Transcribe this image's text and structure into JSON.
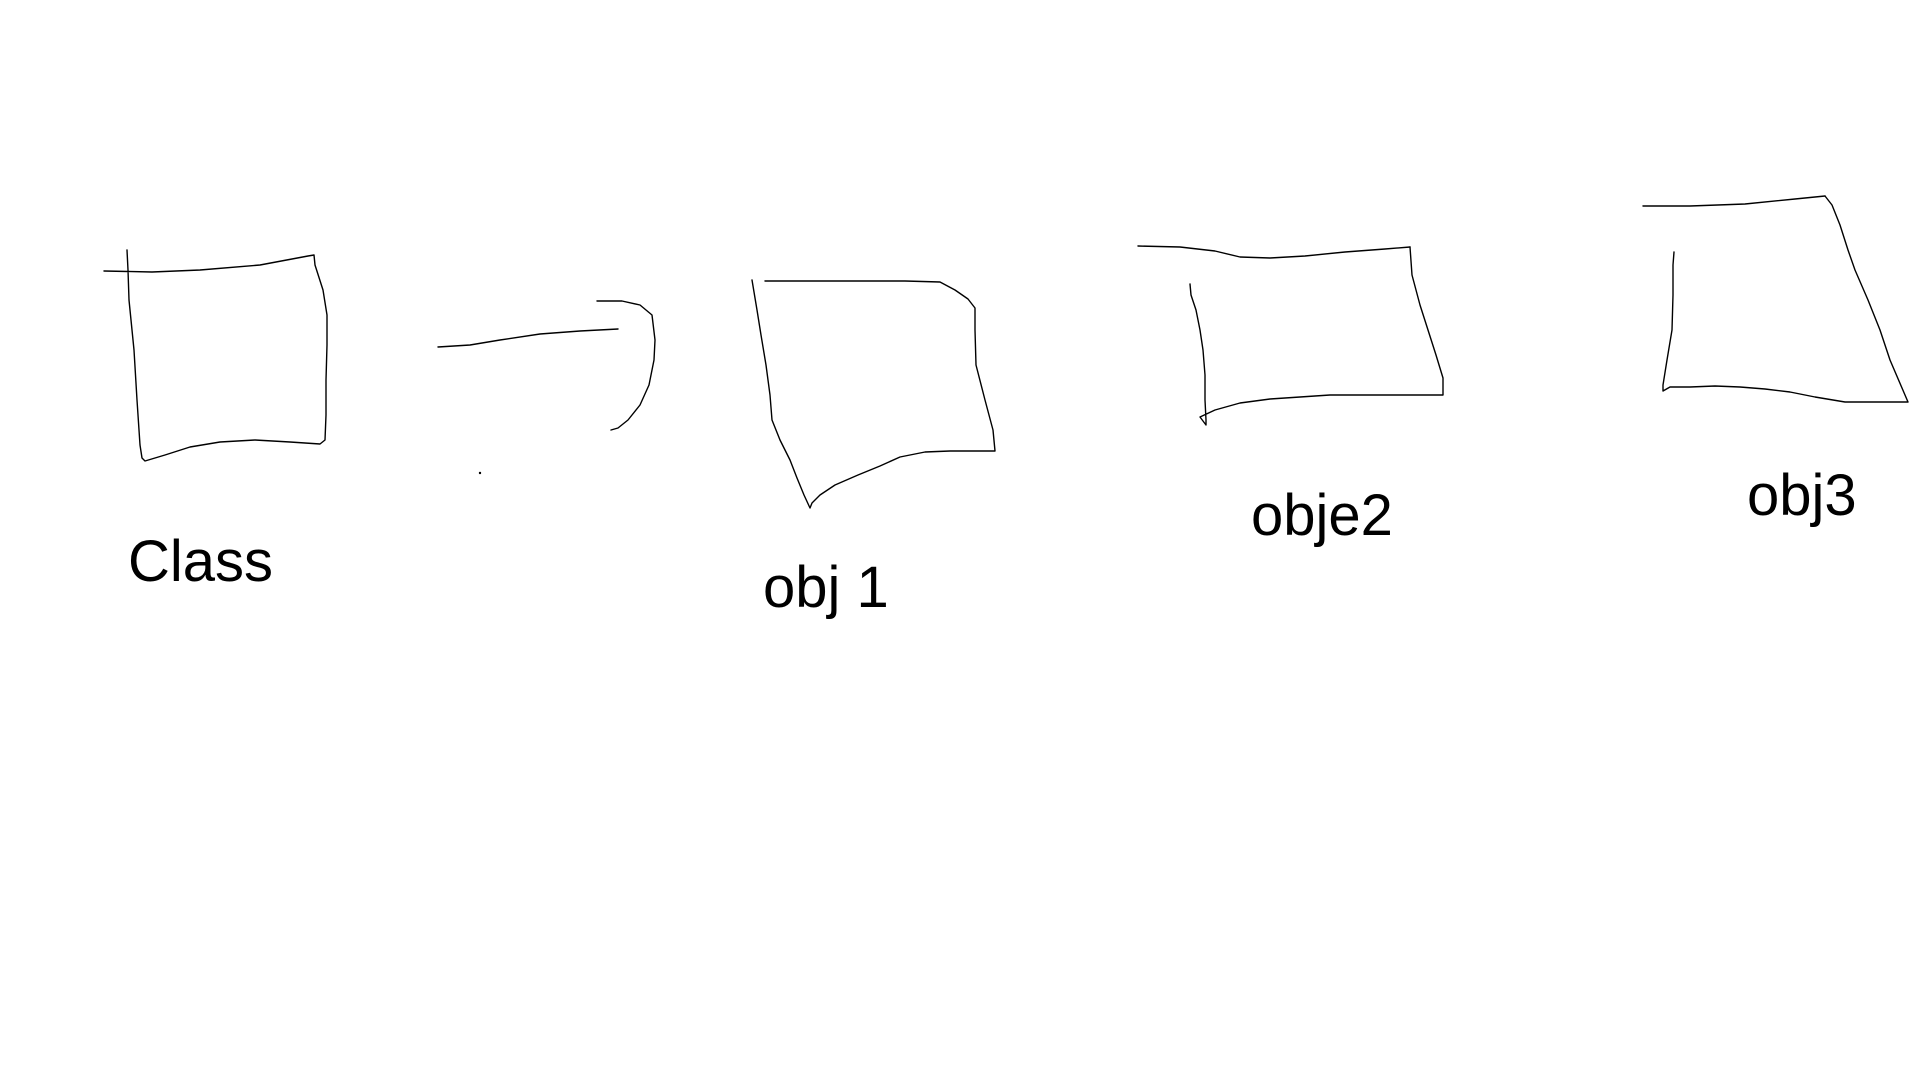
{
  "diagram": {
    "nodes": [
      {
        "id": "class",
        "label": "Class"
      },
      {
        "id": "obj1",
        "label": "obj 1"
      },
      {
        "id": "obj2",
        "label": "obje2"
      },
      {
        "id": "obj3",
        "label": "obj3"
      }
    ],
    "edges": [
      {
        "from": "class",
        "to": "obj1"
      }
    ]
  },
  "colors": {
    "background": "#ffffff",
    "stroke": "#000000"
  }
}
